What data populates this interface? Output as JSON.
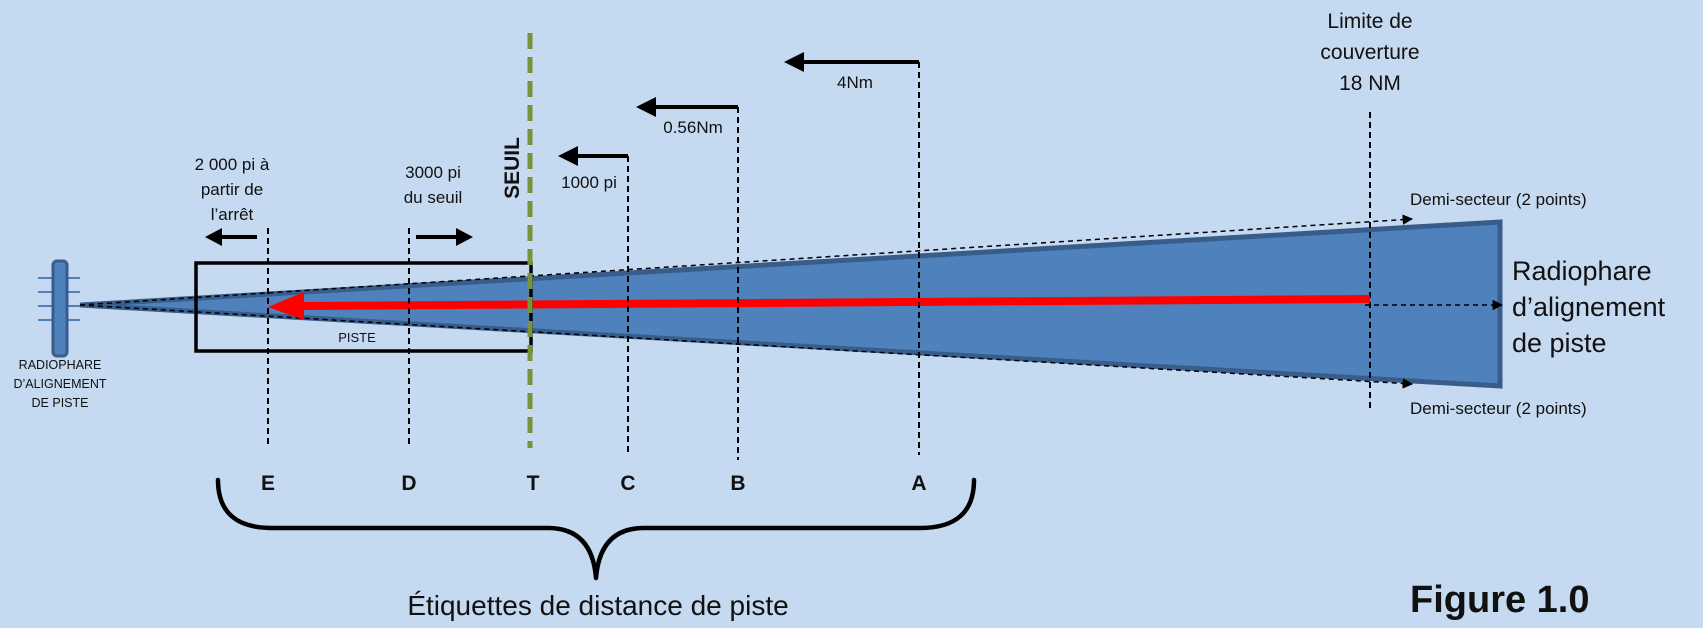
{
  "figure_label": "Figure 1.0",
  "coverage_limit": [
    "Limite de",
    "couverture",
    "18 NM"
  ],
  "localizer_label": [
    "Radiophare",
    "d’alignement",
    "de piste"
  ],
  "transmitter_label": [
    "RADIOPHARE",
    "D’ALIGNEMENT",
    "DE PISTE"
  ],
  "half_sector_top": "Demi-secteur (2 points)",
  "half_sector_bottom": "Demi-secteur (2 points)",
  "runway_label": "PISTE",
  "threshold_label": "SEUIL",
  "brace_caption": "Étiquettes de distance de piste",
  "distance_notes": {
    "a": "4Nm",
    "b": "0.56Nm",
    "c": "1000 pi",
    "d": [
      "3000 pi",
      "du seuil"
    ],
    "e": [
      "2 000 pi à",
      "partir de",
      "l’arrêt"
    ]
  },
  "markers": [
    {
      "letter": "E"
    },
    {
      "letter": "D"
    },
    {
      "letter": "T"
    },
    {
      "letter": "C"
    },
    {
      "letter": "B"
    },
    {
      "letter": "A"
    }
  ],
  "colors": {
    "background": "#c5d9f0",
    "beam_fill": "#4f81bd",
    "beam_stroke": "#385d8a",
    "centerline": "#ff0000",
    "threshold": "#77933c",
    "ink": "#000000"
  }
}
